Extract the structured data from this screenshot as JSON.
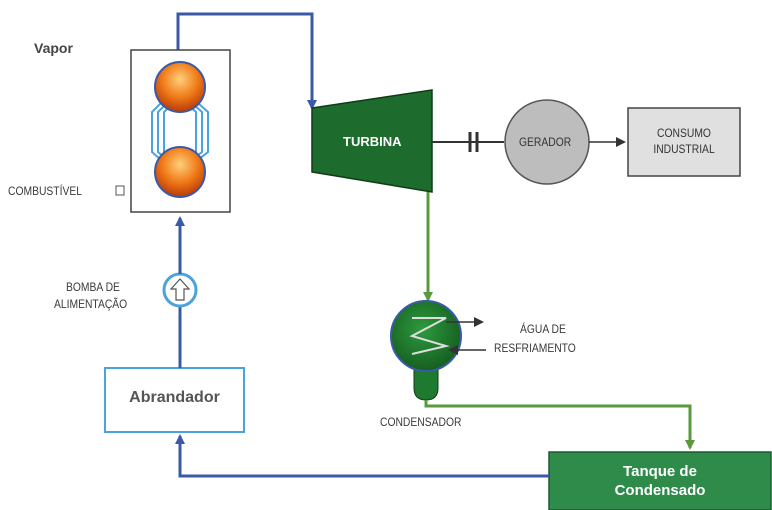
{
  "diagram": {
    "labels": {
      "vapor": "Vapor",
      "combustivel": "COMBUSTÍVEL",
      "turbina": "TURBINA",
      "gerador": "GERADOR",
      "consumo_line1": "CONSUMO",
      "consumo_line2": "INDUSTRIAL",
      "bomba_line1": "BOMBA DE",
      "bomba_line2": "ALIMENTAÇÃO",
      "agua_line1": "ÁGUA DE",
      "agua_line2": "RESFRIAMENTO",
      "condensador": "CONDENSADOR",
      "abrandador": "Abrandador",
      "tanque_line1": "Tanque de",
      "tanque_line2": "Condensado"
    },
    "colors": {
      "pipe_blue": "#3a5aa8",
      "pipe_green": "#5a9a3c",
      "turbine_green": "#1e6b2e",
      "tank_green": "#2e8b4a",
      "generator_gray": "#bdbdbd",
      "drum_orange": "#f07a18",
      "coil_blue": "#4aa3dc"
    }
  }
}
